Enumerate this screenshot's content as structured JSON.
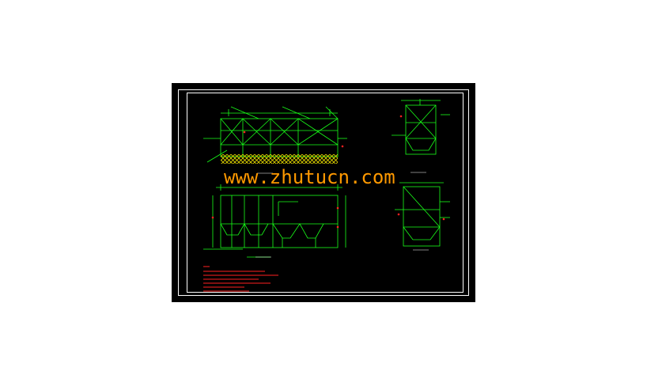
{
  "watermark": {
    "text": "www.zhutucn.com"
  },
  "colors": {
    "background": "#000000",
    "frame": "#ffffff",
    "structure": "#19ff19",
    "hatch": "#e6d800",
    "notes": "#ff2020",
    "watermark": "#ff9900"
  },
  "drawing": {
    "views": [
      {
        "id": "plan-top"
      },
      {
        "id": "section-1-1"
      },
      {
        "id": "section-a-a"
      },
      {
        "id": "section-b-b"
      }
    ],
    "notes_lines": 6
  }
}
